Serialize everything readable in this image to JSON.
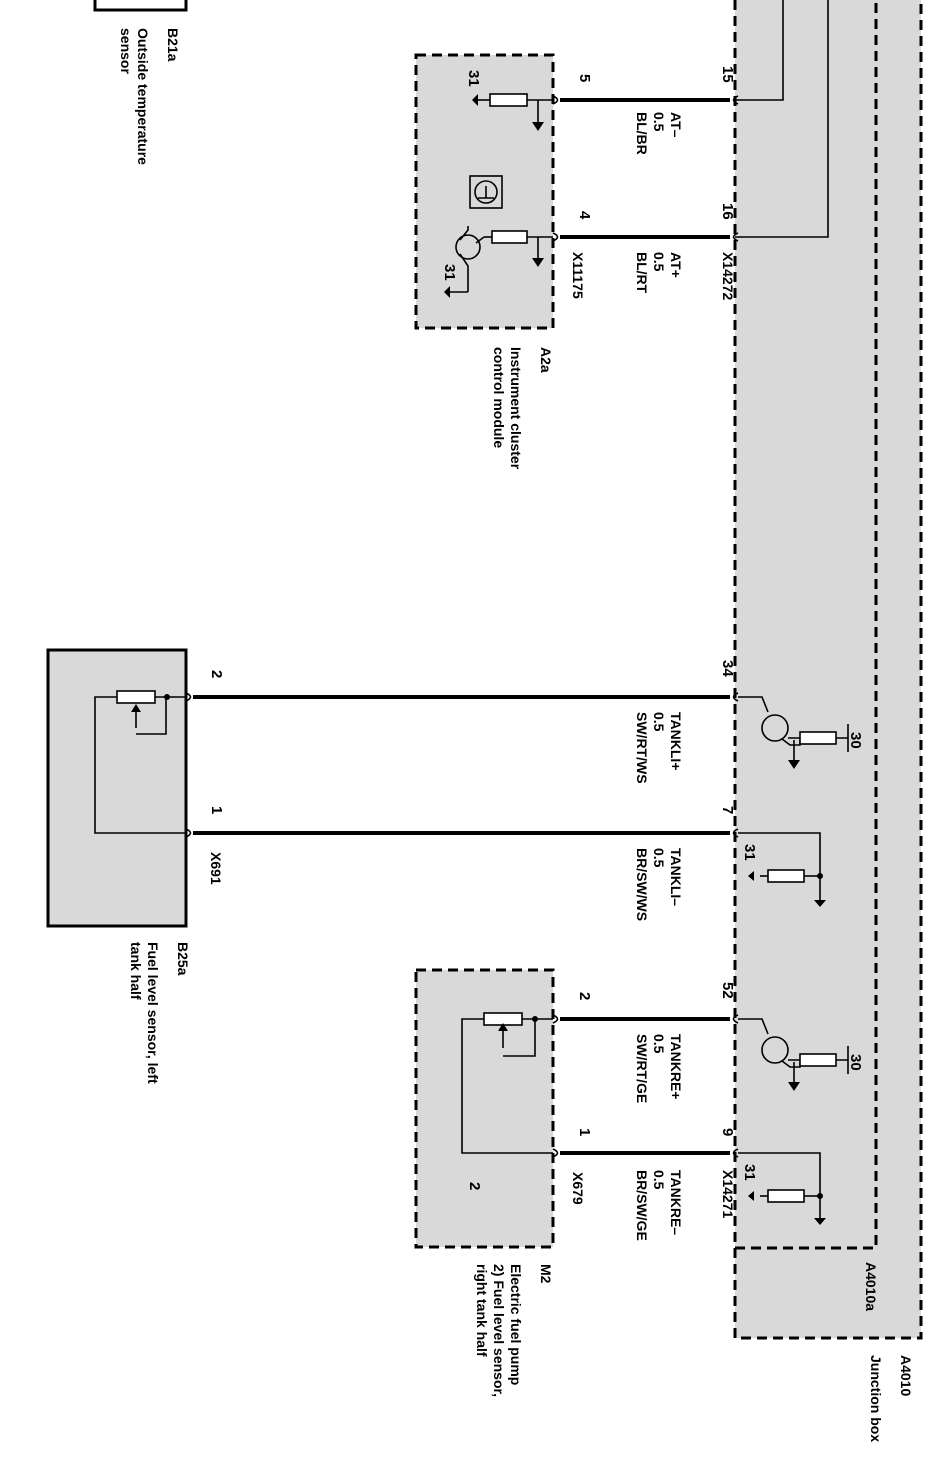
{
  "components": {
    "b21a": {
      "id": "B21a",
      "name": "Outside temperature sensor"
    },
    "a2a": {
      "id": "A2a",
      "name": "Instrument cluster control module",
      "connector": "X11175"
    },
    "b25a": {
      "id": "B25a",
      "name": "Fuel level sensor, left tank half",
      "connector": "X691"
    },
    "m2": {
      "id": "M2",
      "name": "Electric fuel pump 2) Fuel level sensor, right tank half",
      "connector": "X679",
      "inner_label": "2"
    },
    "a4010": {
      "id": "A4010",
      "name": "Junction box"
    },
    "a4010a": {
      "id": "A4010a"
    }
  },
  "connectors": {
    "x14272": "X14272",
    "x14271": "X14271"
  },
  "wires": [
    {
      "signal": "AT–",
      "size": "0.5",
      "color": "BL/BR",
      "pin_left": "5",
      "pin_right": "15"
    },
    {
      "signal": "AT+",
      "size": "0.5",
      "color": "BL/RT",
      "pin_left": "4",
      "pin_right": "16"
    },
    {
      "signal": "TANKLI+",
      "size": "0.5",
      "color": "SW/RT/WS",
      "pin_left": "2",
      "pin_right": "34"
    },
    {
      "signal": "TANKLI–",
      "size": "0.5",
      "color": "BR/SW/WS",
      "pin_left": "1",
      "pin_right": "7"
    },
    {
      "signal": "TANKRE+",
      "size": "0.5",
      "color": "SW/RT/GE",
      "pin_left": "2",
      "pin_right": "52"
    },
    {
      "signal": "TANKRE–",
      "size": "0.5",
      "color": "BR/SW/GE",
      "pin_left": "1",
      "pin_right": "9"
    }
  ],
  "grounds": {
    "g31": "31",
    "g30": "30"
  },
  "icons": [
    "resistor-icon",
    "transistor-icon",
    "ground-icon",
    "potentiometer-icon",
    "warning-lamp-icon"
  ]
}
